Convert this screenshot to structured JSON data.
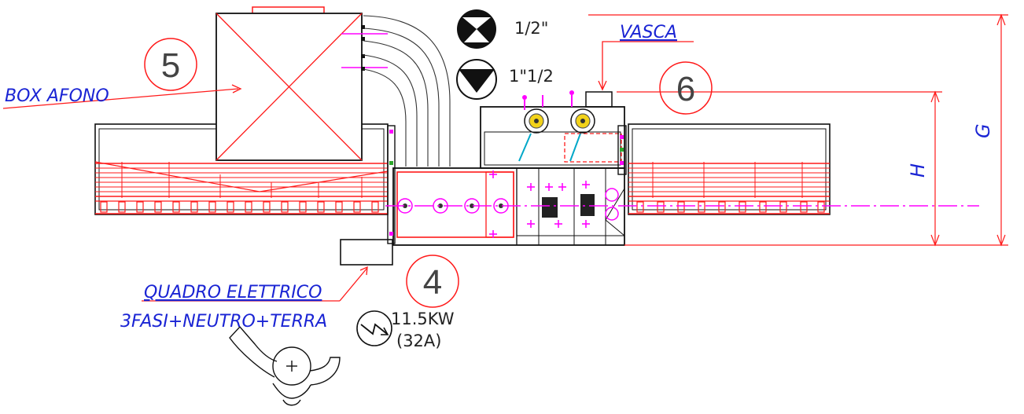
{
  "labels": {
    "box_afono": "BOX AFONO",
    "vasca": "VASCA",
    "quadro_elettrico": "QUADRO ELETTRICO",
    "power_supply": "3FASI+NEUTRO+TERRA",
    "power_kw": "11.5KW",
    "power_amp": "(32A)",
    "valve_half_inch": "1/2\"",
    "valve_one_half_inch": "1\"1/2"
  },
  "callouts": {
    "n4": "4",
    "n5": "5",
    "n6": "6"
  },
  "dimensions": {
    "h": "H",
    "g": "G"
  },
  "colors": {
    "frame": "#ff1a1a",
    "annotation": "#1a24d4",
    "centerline": "#ff00ff",
    "outline": "#111111"
  }
}
